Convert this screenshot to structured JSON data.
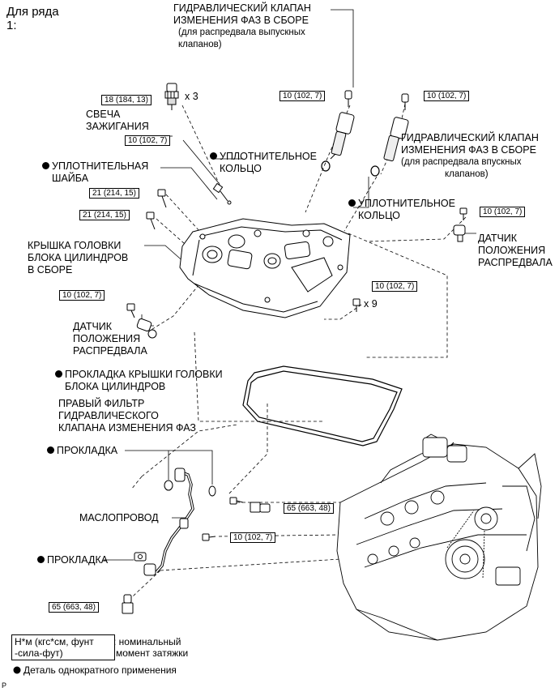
{
  "header": {
    "row_label": "Для ряда",
    "row_num": "1:"
  },
  "labels": {
    "vvt_exhaust": [
      "ГИДРАВЛИЧЕСКИЙ КЛАПАН",
      "ИЗМЕНЕНИЯ ФАЗ В СБОРЕ",
      "(для распредвала выпускных",
      "клапанов)"
    ],
    "vvt_intake": [
      "ГИДРАВЛИЧЕСКИЙ КЛАПАН",
      "ИЗМЕНЕНИЯ ФАЗ В СБОРЕ",
      "(для распредвала впускных",
      "клапанов)"
    ],
    "spark_plug": [
      "СВЕЧА",
      "ЗАЖИГАНИЯ"
    ],
    "oring_1": [
      "УПЛОТНИТЕЛЬНОЕ",
      "КОЛЬЦО"
    ],
    "oring_2": [
      "УПЛОТНИТЕЛЬНОЕ",
      "КОЛЬЦО"
    ],
    "seal_washer": [
      "УПЛОТНИТЕЛЬНАЯ",
      "ШАЙБА"
    ],
    "cam_sensor_right": [
      "ДАТЧИК",
      "ПОЛОЖЕНИЯ",
      "РАСПРЕДВАЛА"
    ],
    "cam_sensor_left": [
      "ДАТЧИК",
      "ПОЛОЖЕНИЯ",
      "РАСПРЕДВАЛА"
    ],
    "head_cover": [
      "КРЫШКА ГОЛОВКИ",
      "БЛОКА ЦИЛИНДРОВ",
      "В СБОРЕ"
    ],
    "head_cover_gasket": [
      "ПРОКЛАДКА КРЫШКИ ГОЛОВКИ",
      "БЛОКА ЦИЛИНДРОВ"
    ],
    "oil_filter": [
      "ПРАВЫЙ ФИЛЬТР",
      "ГИДРАВЛИЧЕСКОГО",
      "КЛАПАНА ИЗМЕНЕНИЯ ФАЗ"
    ],
    "gasket_1": "ПРОКЛАДКА",
    "gasket_2": "ПРОКЛАДКА",
    "oil_pipe": "МАСЛОПРОВОД"
  },
  "torques": {
    "t_spark": "18 (184, 13)",
    "t_vvt_ex": "10 (102, 7)",
    "t_vvt_in": "10 (102, 7)",
    "t_washer_bolt": "10 (102, 7)",
    "t_21_a": "21 (214, 15)",
    "t_21_b": "21 (214, 15)",
    "t_cam_right": "10 (102, 7)",
    "t_cam_left": "10 (102, 7)",
    "t_cover_bolts": "10 (102, 7)",
    "t_65_a": "65 (663, 48)",
    "t_10_pipe": "10 (102, 7)",
    "t_65_b": "65 (663, 48)"
  },
  "multipliers": {
    "spark": "x 3",
    "cover": "x 9"
  },
  "legend": {
    "unit_line1": "Н*м (кгс*см, фунт",
    "unit_line2": "-сила-фут)",
    "unit_desc1": ": номинальный",
    "unit_desc2": "момент затяжки",
    "non_reusable": "Деталь однократного применения"
  },
  "footer_mark": "P"
}
